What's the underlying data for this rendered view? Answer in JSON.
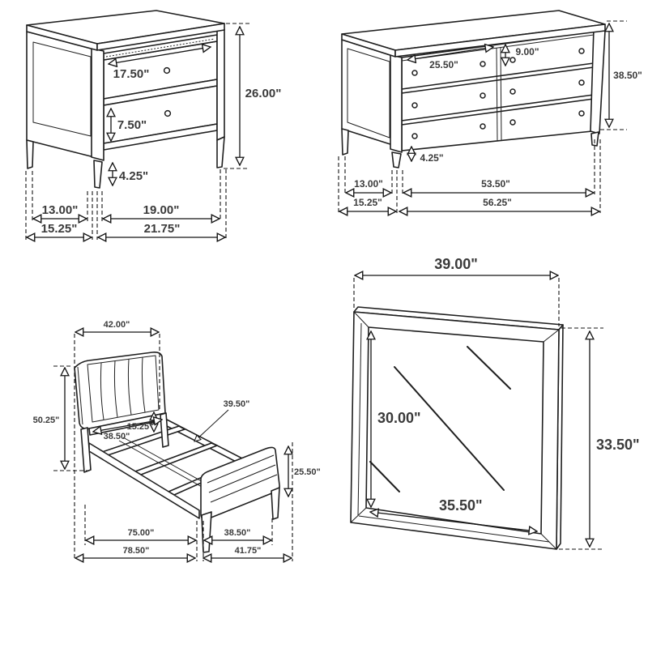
{
  "sheet": {
    "background": "#ffffff"
  },
  "colors": {
    "line": "#1f1f1f",
    "dimension": "#141414",
    "label": "#3a3a3a"
  },
  "diagrams": {
    "nightstand": {
      "labels": {
        "drawer_width": "17.50\"",
        "drawer_height": "7.50\"",
        "leg_height": "4.25\"",
        "overall_height": "26.00\"",
        "side_depth": "13.00\"",
        "drawer_opening_width": "19.00\"",
        "overall_depth": "15.25\"",
        "overall_width": "21.75\""
      }
    },
    "dresser": {
      "labels": {
        "drawer_width": "25.50\"",
        "drawer_height": "9.00\"",
        "overall_height": "38.50\"",
        "leg_height": "4.25\"",
        "side_depth": "13.00\"",
        "case_width": "53.50\"",
        "overall_depth": "15.25\"",
        "overall_width": "56.25\""
      }
    },
    "bed": {
      "labels": {
        "headboard_width": "42.00\"",
        "headboard_height": "50.25\"",
        "rail_height": "15.25\"",
        "headboard_inner_width": "38.50\"",
        "slat_width": "39.50\"",
        "footboard_height": "25.50\"",
        "inner_length": "75.00\"",
        "footboard_inner_width": "38.50\"",
        "overall_length": "78.50\"",
        "footboard_overall_width": "41.75\""
      }
    },
    "mirror": {
      "labels": {
        "overall_width": "39.00\"",
        "overall_height": "33.50\"",
        "glass_height": "30.00\"",
        "glass_width": "35.50\""
      }
    }
  }
}
